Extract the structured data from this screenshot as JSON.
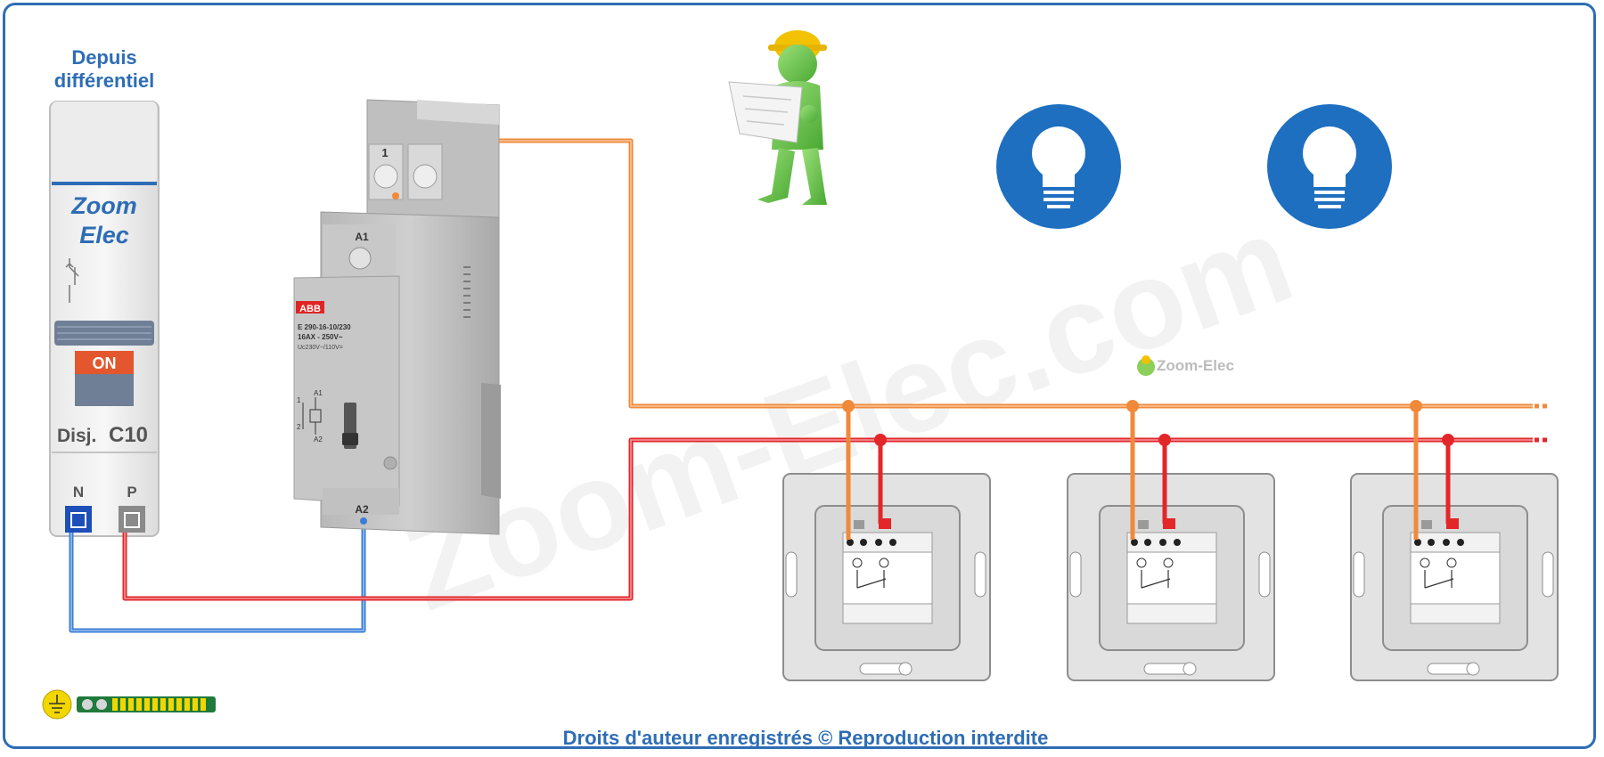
{
  "header": {
    "source_line1": "Depuis",
    "source_line2": "différentiel"
  },
  "breaker": {
    "brand_line1": "Zoom",
    "brand_line2": "Elec",
    "state": "ON",
    "label_prefix": "Disj.",
    "rating": "C10",
    "terminal_n": "N",
    "terminal_p": "P"
  },
  "relay": {
    "terminal_top": "1",
    "terminal_a1": "A1",
    "terminal_a2": "A2",
    "brand": "ABB",
    "model_line1": "E 290-16-10/230",
    "model_line2": "16AX - 250V~",
    "model_line3": "Uc230V~/110V=",
    "symbol_a1": "A1",
    "symbol_a2": "A2",
    "symbol_1": "1",
    "symbol_2": "2"
  },
  "watermark": "Zoom-Elec.com",
  "logo_small": "Zoom-Elec",
  "footer": "Droits d'auteur enregistrés © Reproduction interdite",
  "colors": {
    "border": "#2e6db5",
    "neutral_wire": "#3b7dd8",
    "phase_wire": "#e3262a",
    "control_wire": "#f08a3a",
    "lamp_icon": "#1e6fc0",
    "earth": "#f2d600"
  },
  "icons": [
    "lamp-icon",
    "lamp-icon",
    "earth-icon",
    "worker-icon"
  ]
}
